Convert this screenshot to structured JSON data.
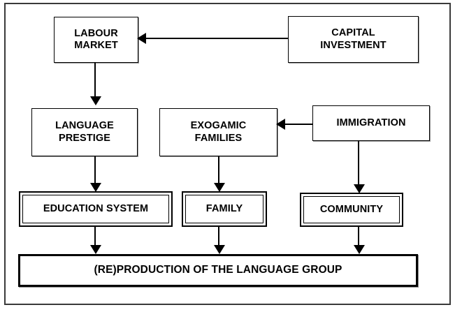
{
  "figure": {
    "title": "(Re)production of the language group flow diagram",
    "background_color": "#ffffff",
    "frame_color": "#3a3a3a",
    "line_color": "#000000"
  },
  "nodes": {
    "labour_market": {
      "label": "LABOUR\nMARKET",
      "style": "plain"
    },
    "capital_investment": {
      "label": "CAPITAL\nINVESTMENT",
      "style": "plain"
    },
    "language_prestige": {
      "label": "LANGUAGE\nPRESTIGE",
      "style": "plain"
    },
    "exogamic_families": {
      "label": "EXOGAMIC\nFAMILIES",
      "style": "plain"
    },
    "immigration": {
      "label": "IMMIGRATION",
      "style": "plain"
    },
    "education_system": {
      "label": "EDUCATION SYSTEM",
      "style": "double"
    },
    "family": {
      "label": "FAMILY",
      "style": "double"
    },
    "community": {
      "label": "COMMUNITY",
      "style": "double"
    },
    "reproduction": {
      "label": "(RE)PRODUCTION OF THE LANGUAGE GROUP",
      "style": "summary"
    }
  },
  "edges": [
    {
      "from": "capital_investment",
      "to": "labour_market",
      "direction": "left"
    },
    {
      "from": "labour_market",
      "to": "language_prestige",
      "direction": "down"
    },
    {
      "from": "immigration",
      "to": "exogamic_families",
      "direction": "left"
    },
    {
      "from": "language_prestige",
      "to": "education_system",
      "direction": "down"
    },
    {
      "from": "exogamic_families",
      "to": "family",
      "direction": "down"
    },
    {
      "from": "immigration",
      "to": "community",
      "direction": "down"
    },
    {
      "from": "education_system",
      "to": "reproduction",
      "direction": "down"
    },
    {
      "from": "family",
      "to": "reproduction",
      "direction": "down"
    },
    {
      "from": "community",
      "to": "reproduction",
      "direction": "down"
    }
  ]
}
